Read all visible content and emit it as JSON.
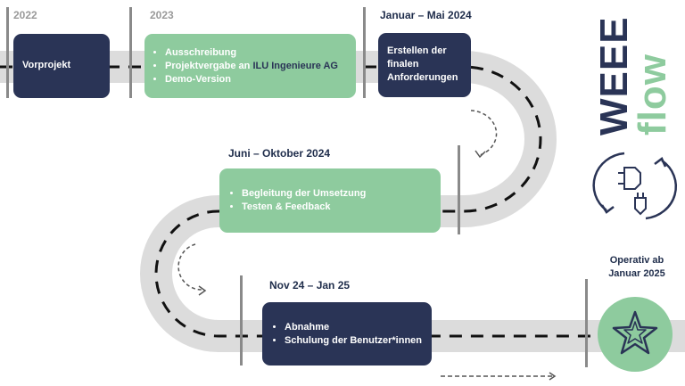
{
  "labels": {
    "y2022": "2022",
    "y2023": "2023",
    "y2024a": "Januar – Mai 2024",
    "y2024b": "Juni – Oktober 2024",
    "y2425": "Nov 24 – Jan 25",
    "final_line1": "Operativ ab",
    "final_line2": "Januar 2025"
  },
  "boxes": {
    "vorprojekt": "Vorprojekt",
    "phase2023": {
      "item1": "Ausschreibung",
      "item2_prefix": "Projektvergabe an ",
      "item2_highlight": "ILU Ingenieure AG",
      "item3": "Demo-Version"
    },
    "anforderungen": {
      "line1": "Erstellen der",
      "line2": "finalen",
      "line3": "Anforderungen"
    },
    "umsetzung": {
      "item1": "Begleitung der Umsetzung",
      "item2": "Testen & Feedback"
    },
    "abnahme": {
      "item1": "Abnahme",
      "item2": "Schulung der Benutzer*innen"
    }
  },
  "logo": {
    "word1": "WEEE",
    "word2": "flow"
  },
  "colors": {
    "navy": "#2a3456",
    "green": "#8ecb9e",
    "road": "#dcdcdc",
    "milestone": "#8a8a8a"
  }
}
